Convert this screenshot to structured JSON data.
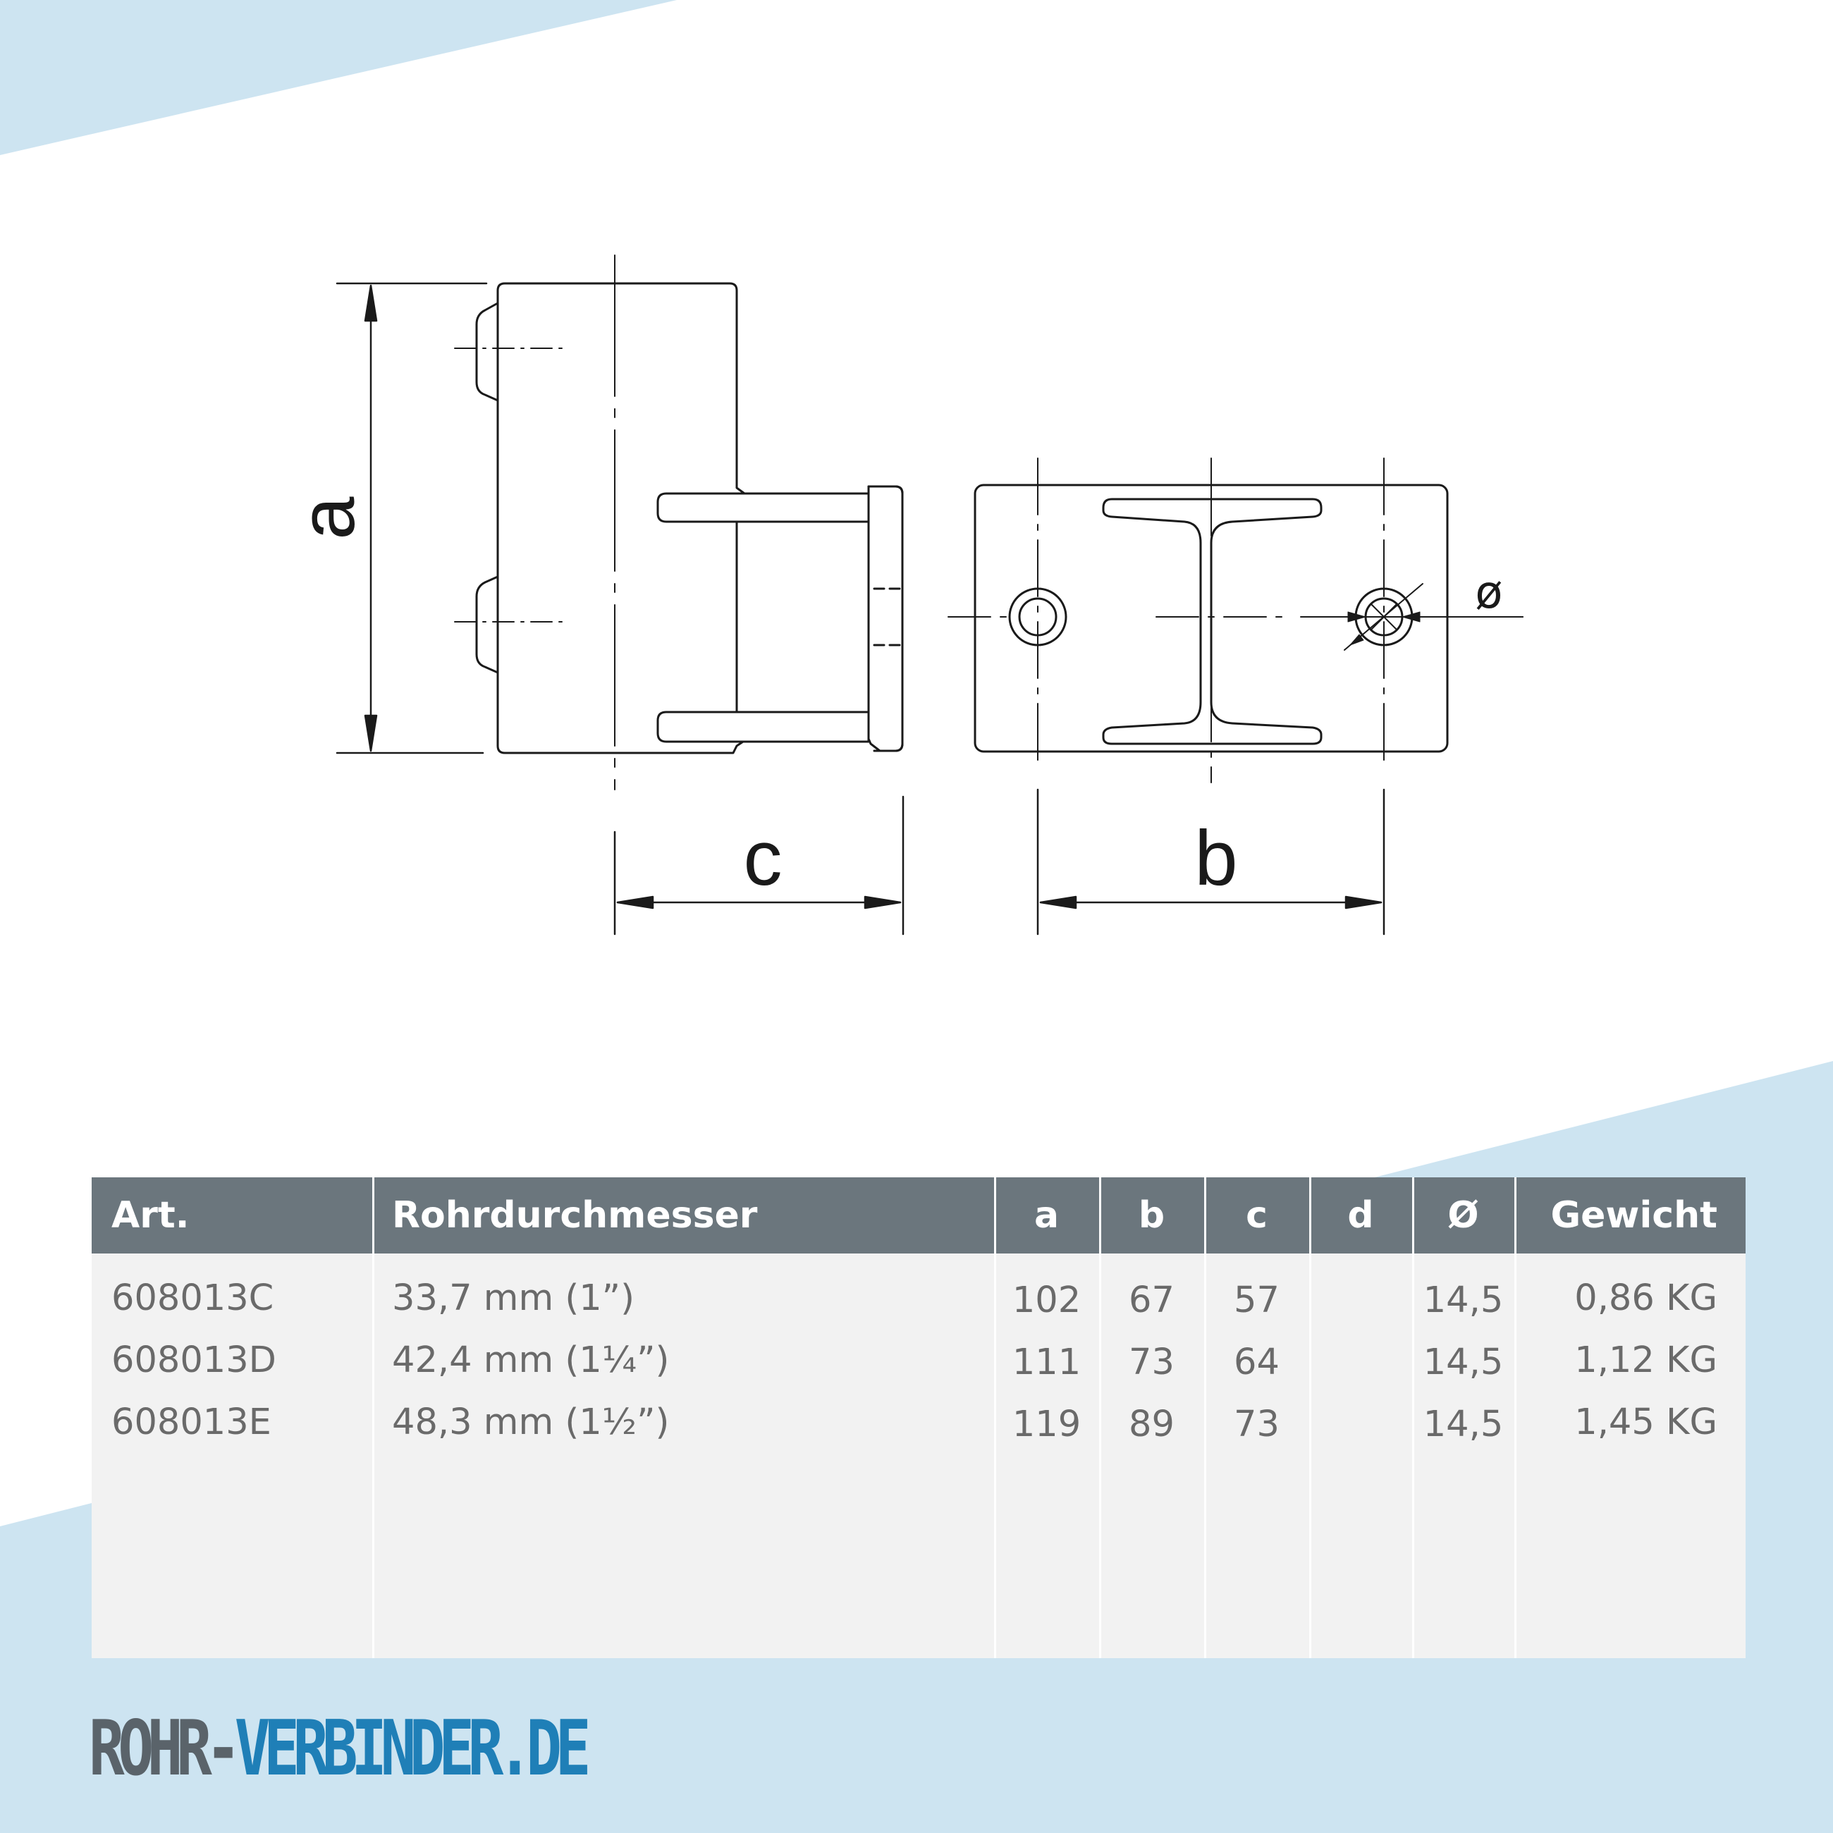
{
  "colors": {
    "background_accent": "#cde4f1",
    "table_header": "#6b767d",
    "table_body": "#f2f2f2",
    "brand_dark": "#5a636a",
    "brand_blue": "#1f7fb7"
  },
  "drawing": {
    "dim_a": "a",
    "dim_b": "b",
    "dim_c": "c",
    "dim_diameter": "ø"
  },
  "table": {
    "headers": {
      "art": "Art.",
      "rohr": "Rohrdurchmesser",
      "a": "a",
      "b": "b",
      "c": "c",
      "d": "d",
      "dia": "Ø",
      "gewicht": "Gewicht"
    },
    "rows": [
      {
        "art": "608013C",
        "rohr": "33,7 mm (1”)",
        "a": "102",
        "b": "67",
        "c": "57",
        "d": "",
        "dia": "14,5",
        "gewicht": "0,86 KG"
      },
      {
        "art": "608013D",
        "rohr": "42,4 mm (1¼”)",
        "a": "111",
        "b": "73",
        "c": "64",
        "d": "",
        "dia": "14,5",
        "gewicht": "1,12 KG"
      },
      {
        "art": "608013E",
        "rohr": "48,3 mm (1½”)",
        "a": "119",
        "b": "89",
        "c": "73",
        "d": "",
        "dia": "14,5",
        "gewicht": "1,45 KG"
      }
    ]
  },
  "brand": {
    "part1": "ROHR-",
    "part2": "VERBINDER.DE"
  }
}
